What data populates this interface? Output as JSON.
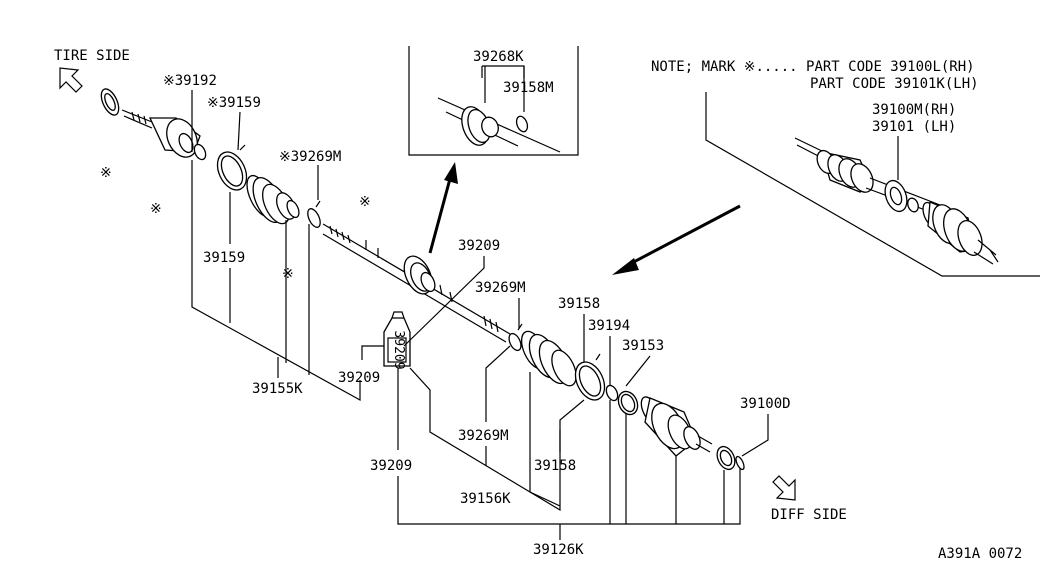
{
  "diagram_code": "A391A 0072",
  "directions": {
    "tire_side": "TIRE SIDE",
    "diff_side": "DIFF SIDE"
  },
  "note": {
    "line1": "NOTE; MARK ※..... PART CODE 39100L(RH)",
    "line2": "PART CODE 39101K(LH)"
  },
  "inset_labels": {
    "a": "39268K",
    "b": "39158M"
  },
  "assembly_labels": {
    "rh": "39100M(RH)",
    "lh": "39101  (LH)"
  },
  "labels": {
    "p39192": "※39192",
    "p39159_top": "※39159",
    "p39269m_top": "※39269M",
    "p39159": "39159",
    "p39155k": "39155K",
    "p39209_a": "39209",
    "p39209_b": "39209",
    "p39209_c": "39209",
    "p39269m_a": "39269M",
    "p39269m_b": "39269M",
    "p39158_a": "39158",
    "p39158_b": "39158",
    "p39194": "39194",
    "p39153": "39153",
    "p39100d": "39100D",
    "p39156k": "39156K",
    "p39126k": "39126K",
    "mark": "※"
  },
  "tube_label": "39209"
}
